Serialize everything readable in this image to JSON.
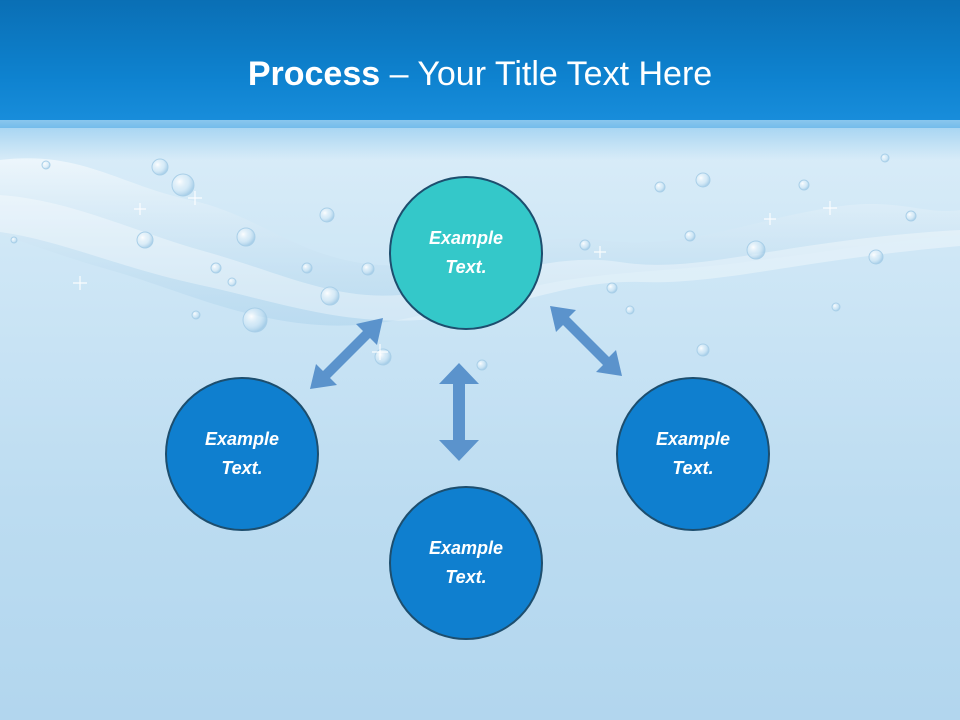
{
  "title": {
    "bold": "Process",
    "dash": " – ",
    "rest": "Your Title Text Here"
  },
  "nodes": {
    "top": "Example Text.",
    "left": "Example Text.",
    "right": "Example Text.",
    "bottom": "Example Text."
  },
  "colors": {
    "header": "#0e82cf",
    "node_highlight": "#34c8c9",
    "node": "#0f7fcf",
    "arrow": "#5b93cc"
  }
}
